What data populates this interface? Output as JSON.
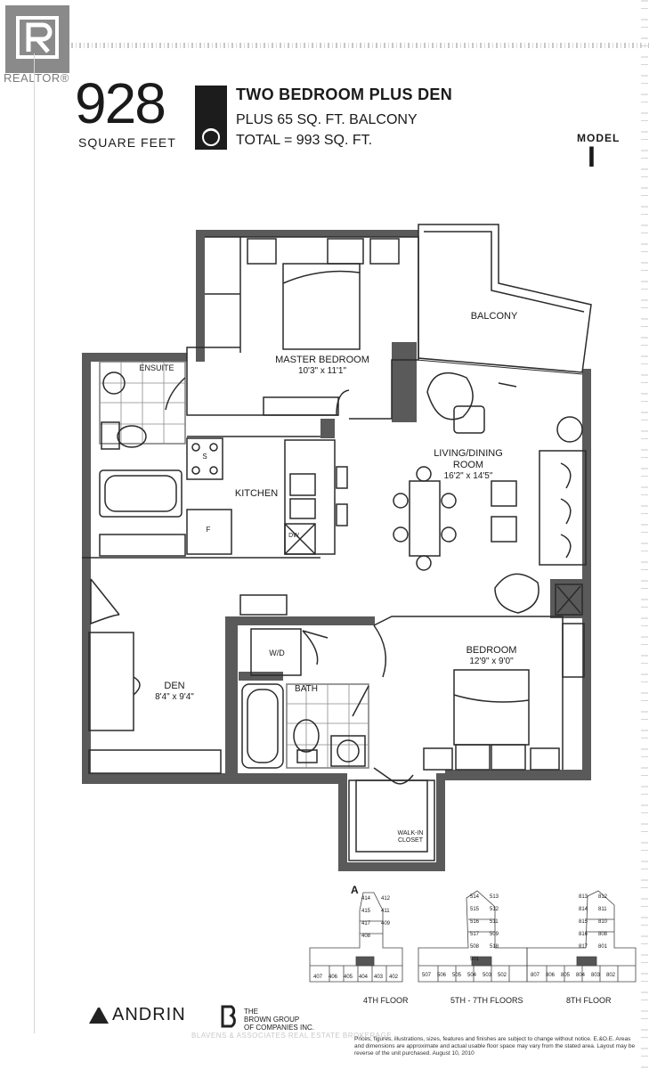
{
  "watermark": {
    "realtor": "REALTOR®",
    "agency": "BLAVENS & ASSOCIATES REAL ESTATE BROKERAGE"
  },
  "header": {
    "area_number": "928",
    "area_unit": "SQUARE FEET",
    "title": "TWO BEDROOM PLUS DEN",
    "balcony": "PLUS 65 SQ. FT. BALCONY",
    "total": "TOTAL = 993 SQ. FT.",
    "model_label": "MODEL",
    "model_id": "I"
  },
  "rooms": {
    "master_bedroom": {
      "name": "MASTER BEDROOM",
      "dims": "10'3\" x 11'1\""
    },
    "ensuite": {
      "name": "ENSUITE"
    },
    "balcony": {
      "name": "BALCONY"
    },
    "kitchen": {
      "name": "KITCHEN"
    },
    "living_dining": {
      "name_line1": "LIVING/DINING",
      "name_line2": "ROOM",
      "dims": "16'2\" x 14'5\""
    },
    "den": {
      "name": "DEN",
      "dims": "8'4\" x 9'4\""
    },
    "bedroom": {
      "name": "BEDROOM",
      "dims": "12'9\" x 9'0\""
    },
    "bath": {
      "name": "BATH"
    },
    "walkin_closet": {
      "name_line1": "WALK-IN",
      "name_line2": "CLOSET"
    },
    "washer_dryer": {
      "name": "W/D"
    }
  },
  "appliance_labels": {
    "stove": "S",
    "fridge": "F",
    "dishwasher": "DW"
  },
  "key_plans": {
    "marker": "A",
    "floors": [
      {
        "label": "4TH FLOOR",
        "units": [
          "414",
          "412",
          "415",
          "411",
          "417",
          "409",
          "408",
          "407",
          "406",
          "405",
          "404",
          "403",
          "402"
        ]
      },
      {
        "label": "5TH - 7TH FLOORS",
        "units": [
          "514",
          "513",
          "515",
          "512",
          "516",
          "511",
          "517",
          "509",
          "508",
          "518",
          "501",
          "507",
          "506",
          "505",
          "504",
          "503",
          "502"
        ]
      },
      {
        "label": "8TH FLOOR",
        "units": [
          "813",
          "812",
          "814",
          "811",
          "815",
          "810",
          "816",
          "808",
          "817",
          "801",
          "807",
          "806",
          "805",
          "804",
          "803",
          "802"
        ]
      }
    ]
  },
  "footer": {
    "developer": "ANDRIN",
    "builder_line1": "THE",
    "builder_line2": "BROWN GROUP",
    "builder_line3": "OF COMPANIES INC.",
    "disclaimer": "Prices, figures, illustrations, sizes, features and finishes are subject to change without notice. E.&O.E. Areas and dimensions are approximate and actual usable floor space may vary from the stated area. Layout may be reverse of the unit purchased. August 10, 2010"
  },
  "colors": {
    "wall_fill": "#5a5a5a",
    "line": "#2a2a2a",
    "tile": "#d9d9d9"
  }
}
